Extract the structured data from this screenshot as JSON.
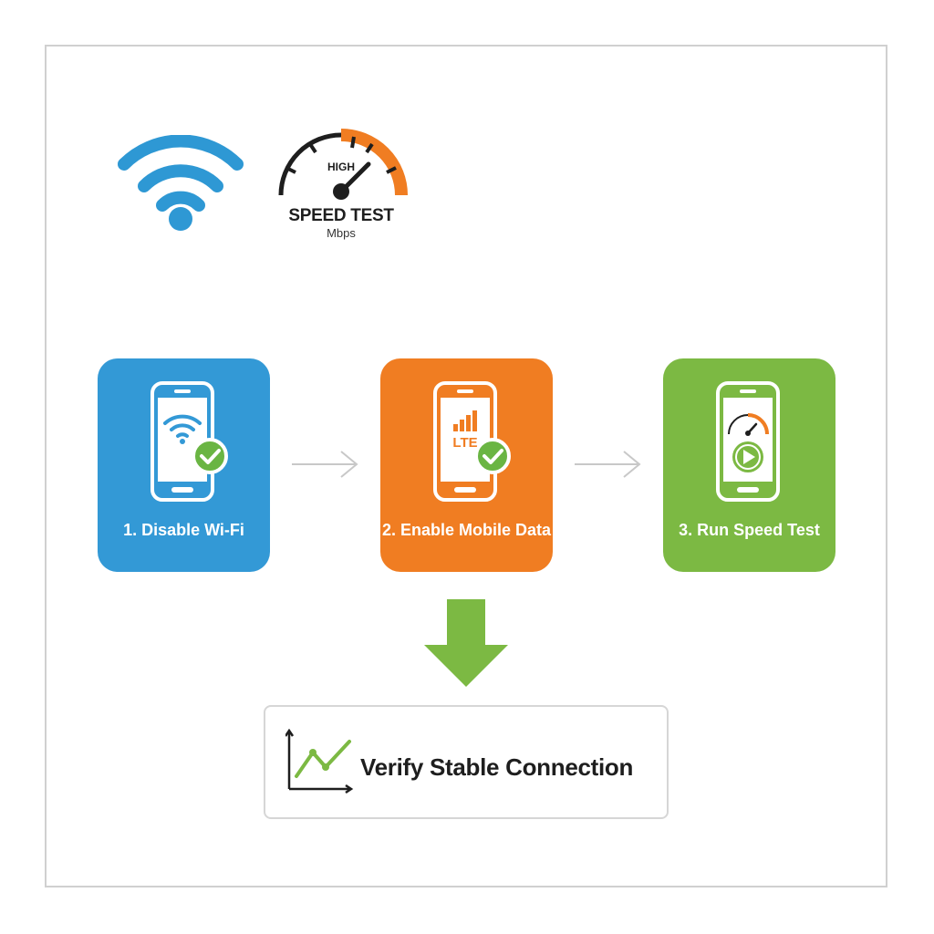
{
  "header": {
    "speed_gauge": {
      "level_label": "HIGH",
      "title": "SPEED TEST",
      "unit": "Mbps",
      "icon": "speedometer-icon",
      "accent_color": "#f07d22"
    },
    "wifi_icon": "wifi-icon",
    "wifi_color": "#2e98d4"
  },
  "steps": [
    {
      "label": "1. Disable Wi-Fi",
      "color": "#3399d6",
      "icon": "phone-wifi-check-icon"
    },
    {
      "label": "2. Enable Mobile Data",
      "color": "#f07d22",
      "icon": "phone-lte-check-icon",
      "screen_text": "LTE"
    },
    {
      "label": "3. Run Speed Test",
      "color": "#7cb943",
      "icon": "phone-speedtest-play-icon"
    }
  ],
  "result": {
    "label": "Verify Stable Connection",
    "icon": "line-chart-icon",
    "arrow_color": "#7cb943"
  }
}
